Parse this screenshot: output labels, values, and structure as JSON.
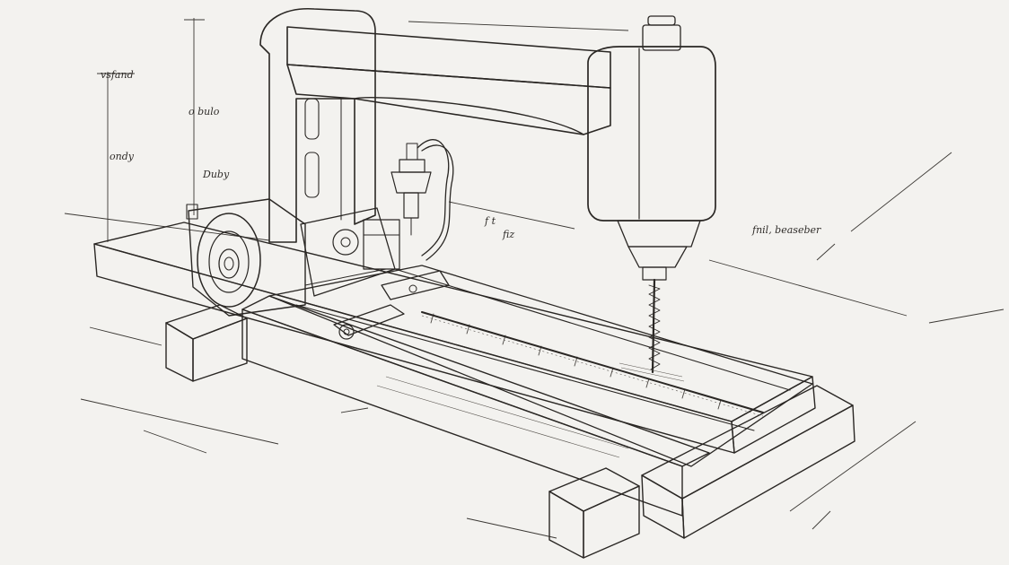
{
  "notes": {
    "height_a": "vsfand",
    "height_b": "o bulo",
    "height_c": "ondy",
    "motor_note": "Duby",
    "spindle_a": "f t",
    "spindle_b": "fiz",
    "head_note": "fnil, beaseber"
  },
  "colors": {
    "paper": "#f3f2ef",
    "ink": "#2a2724",
    "hatch": "#5b5752"
  }
}
